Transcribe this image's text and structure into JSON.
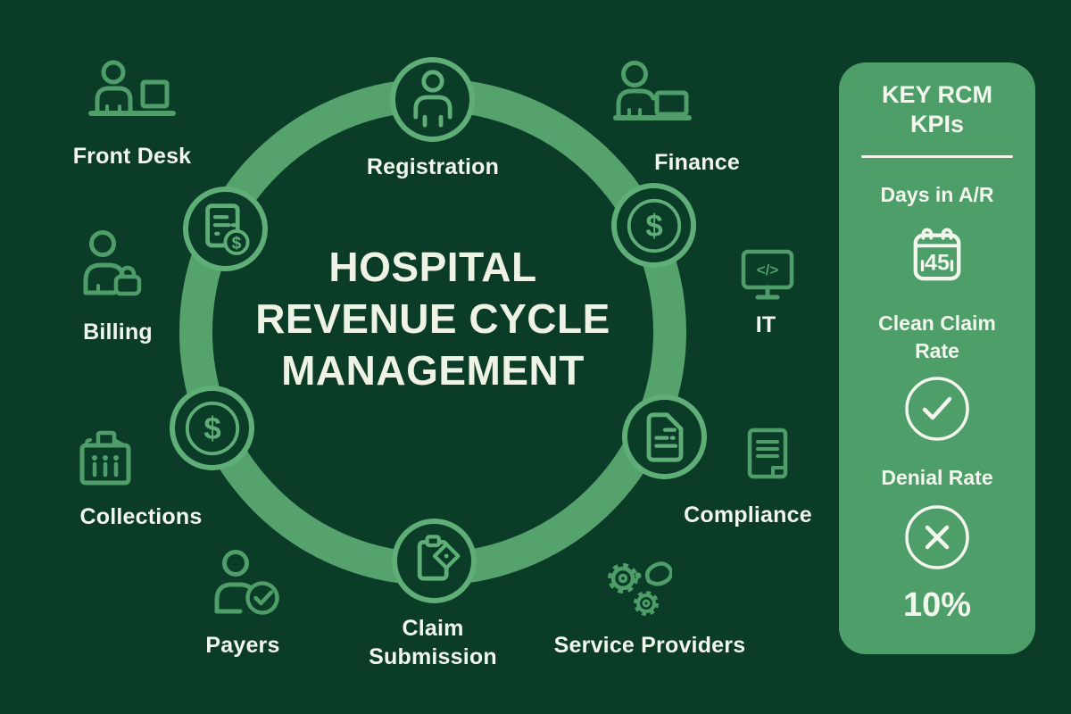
{
  "colors": {
    "background": "#0b3c28",
    "ring-green": "#55a26d",
    "outer-icon-green": "#4f9d68",
    "node-green": "#5fae78",
    "panel-green": "#4d9e69",
    "text-light": "#f2f6ec",
    "title-light": "#eef3e6"
  },
  "title": {
    "line1": "HOSPITAL",
    "line2": "REVENUE CYCLE",
    "line3": "MANAGEMENT"
  },
  "glyphs": {
    "dollar": "$",
    "code": "</>"
  },
  "ring": {
    "nodes": {
      "registration": {
        "label": "Registration",
        "icon": "person-icon"
      },
      "finance_coin": {
        "icon": "dollar-coin-icon"
      },
      "compliance_doc": {
        "icon": "document-icon"
      },
      "claim_submission": {
        "label": "Claim Submission",
        "icon": "claim-pen-icon"
      },
      "collections_coin": {
        "icon": "dollar-coin-icon"
      },
      "billing_invoice": {
        "icon": "invoice-dollar-icon"
      }
    }
  },
  "outer_items": {
    "front_desk": {
      "label": "Front Desk",
      "icon": "person-at-desk-icon"
    },
    "billing": {
      "label": "Billing",
      "icon": "person-with-bag-icon"
    },
    "collections": {
      "label": "Collections",
      "icon": "bank-building-icon"
    },
    "payers": {
      "label": "Payers",
      "icon": "person-check-icon"
    },
    "service_providers": {
      "label": "Service Providers",
      "icon": "gears-icon"
    },
    "compliance": {
      "label": "Compliance",
      "icon": "document-lines-icon"
    },
    "it": {
      "label": "IT",
      "icon": "monitor-code-icon"
    },
    "finance": {
      "label": "Finance",
      "icon": "person-laptop-icon"
    }
  },
  "kpi_panel": {
    "title": "KEY RCM KPIs",
    "kpis": [
      {
        "label": "Days in A/R",
        "icon": "calendar-icon",
        "value": "45"
      },
      {
        "label": "Clean Claim Rate",
        "icon": "check-circle-icon"
      },
      {
        "label": "Denial Rate",
        "icon": "x-circle-icon",
        "value": "10%"
      }
    ]
  }
}
